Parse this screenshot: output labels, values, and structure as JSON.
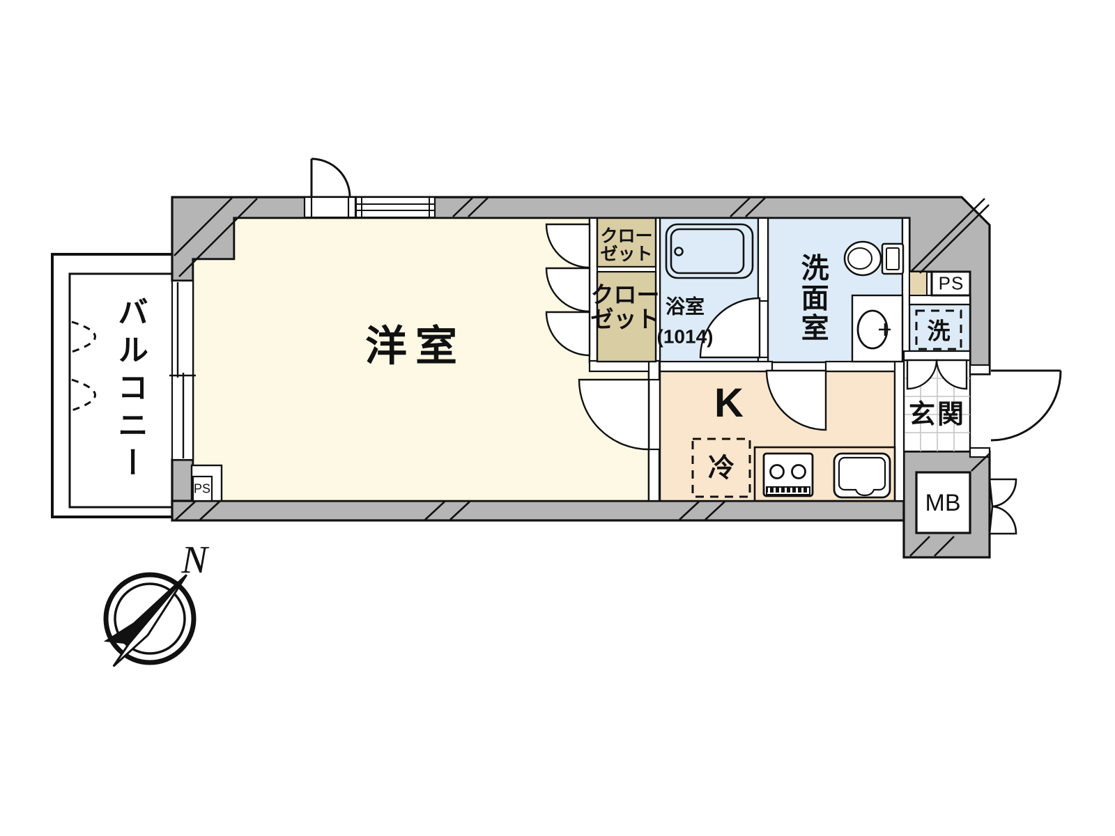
{
  "labels": {
    "balcony": "バルコニー",
    "main_room": "洋室",
    "closet_upper": "クロー\nゼット",
    "closet_lower": "クロー\nゼット",
    "bath": "浴室\n(1014)",
    "washroom": "洗面室",
    "washer": "洗",
    "ps_right": "PS",
    "ps_left": "PS",
    "kitchen": "K",
    "fridge": "冷",
    "entrance": "玄関",
    "meter_box": "MB",
    "compass_north": "N"
  },
  "colors": {
    "wall_gray": "#b5b5b5",
    "main_room_floor": "#fdf9e4",
    "kitchen_floor": "#fae6cc",
    "bath_floor": "#dcebf7",
    "closet_tan": "#d9cda4",
    "corner_beige": "#e6d6b2",
    "line_black": "#111111",
    "tile_line": "#c4c4c4"
  }
}
